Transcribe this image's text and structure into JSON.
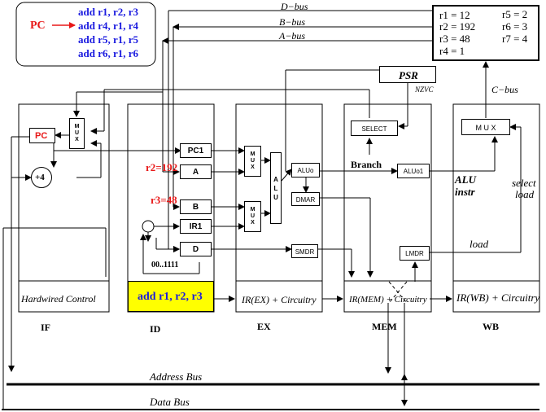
{
  "program": {
    "pc_label": "PC",
    "instructions": [
      "add r1, r2, r3",
      "add r4, r1, r4",
      "add r5, r1, r5",
      "add r6, r1, r6"
    ]
  },
  "buses": {
    "d_bus": "D−bus",
    "b_bus": "B−bus",
    "a_bus": "A−bus",
    "c_bus": "C−bus",
    "address_bus": "Address Bus",
    "data_bus": "Data Bus"
  },
  "registers": {
    "r1": "r1 = 12",
    "r2": "r2 = 192",
    "r3": "r3 = 48",
    "r4": "r4 = 1",
    "r5": "r5 = 2",
    "r6": "r6 = 3",
    "r7": "r7 = 4"
  },
  "psr": {
    "label": "PSR",
    "flags": "NZVC"
  },
  "if_stage": {
    "pc": "PC",
    "plus4": "+4",
    "mux_letters": [
      "M",
      "U",
      "X"
    ],
    "control": "Hardwired Control",
    "name": "IF"
  },
  "id_stage": {
    "pc1": "PC1",
    "a": "A",
    "b": "B",
    "ir1": "IR1",
    "d": "D",
    "r2_value": "r2=192",
    "r3_value": "r3=48",
    "imm": "00..1111",
    "current_instruction": "add r1, r2, r3",
    "name": "ID"
  },
  "ex_stage": {
    "mux1_letters": [
      "M",
      "U",
      "X"
    ],
    "mux2_letters": [
      "M",
      "U",
      "X"
    ],
    "alu_letters": [
      "A",
      "L",
      "U"
    ],
    "aluo": "ALUo",
    "dmar": "DMAR",
    "smdr": "SMDR",
    "ir": "IR(EX) + Circuitry",
    "name": "EX"
  },
  "mem_stage": {
    "select": "SELECT",
    "branch": "Branch",
    "aluo1": "ALUo1",
    "lmdr": "LMDR",
    "ir": "IR(MEM) + Circuitry",
    "name": "MEM"
  },
  "wb_stage": {
    "mux": "M U X",
    "alu_instr": [
      "ALU",
      "instr"
    ],
    "select_load": [
      "select",
      "load"
    ],
    "load": "load",
    "ir": "IR(WB) + Circuitry",
    "name": "WB"
  },
  "colors": {
    "instruction_blue": "#1a1adf",
    "highlight_red": "#e81818",
    "current_stage_fill": "#ffff00"
  }
}
